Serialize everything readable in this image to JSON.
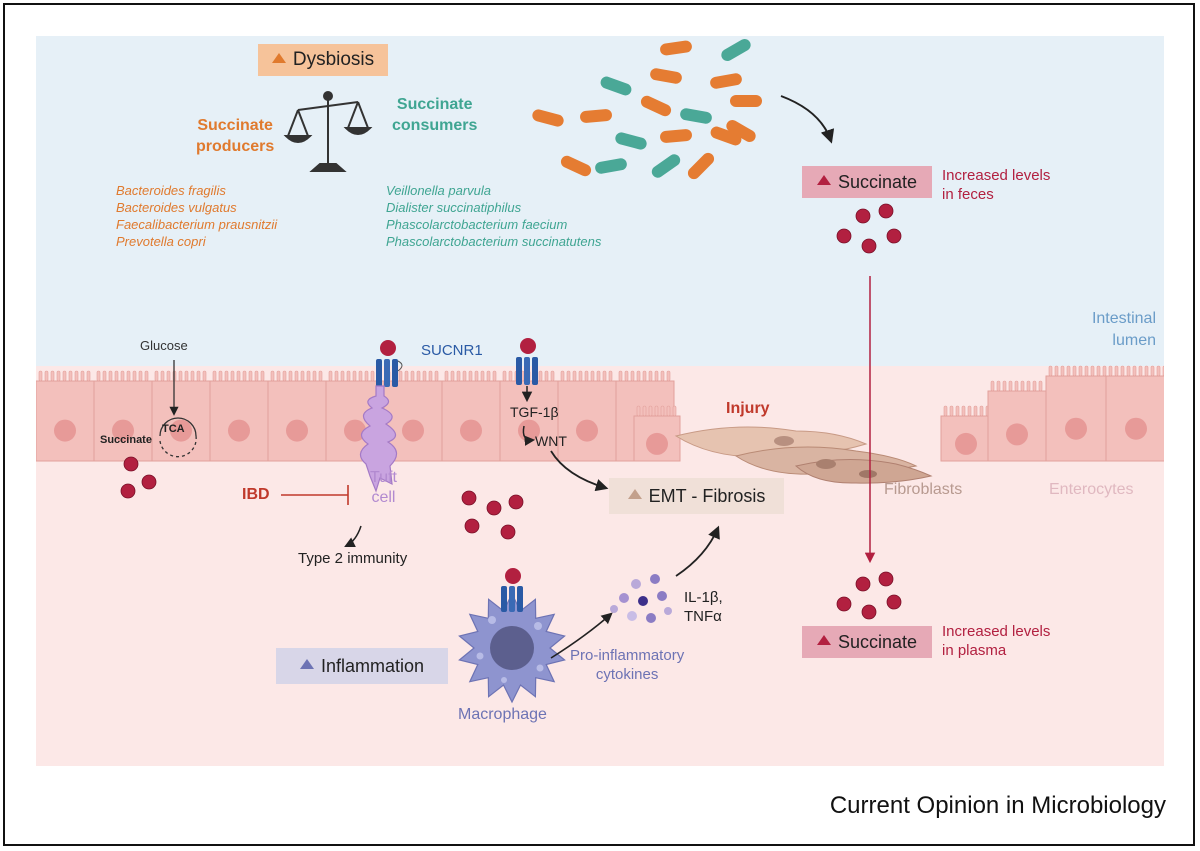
{
  "dysbiosis": {
    "label": "Dysbiosis"
  },
  "producers": {
    "title_line1": "Succinate",
    "title_line2": "producers",
    "species": [
      "Bacteroides fragilis",
      "Bacteroides vulgatus",
      "Faecalibacterium prausnitzii",
      "Prevotella copri"
    ]
  },
  "consumers": {
    "title_line1": "Succinate",
    "title_line2": "consumers",
    "species": [
      "Veillonella parvula",
      "Dialister succinatiphilus",
      "Phascolarctobacterium faecium",
      "Phascolarctobacterium succinatutens"
    ]
  },
  "feces": {
    "box": "Succinate",
    "note_line1": "Increased levels",
    "note_line2": "in feces"
  },
  "plasma": {
    "box": "Succinate",
    "note_line1": "Increased levels",
    "note_line2": "in plasma"
  },
  "regions": {
    "lumen_line1": "Intestinal",
    "lumen_line2": "lumen",
    "fibroblasts": "Fibroblasts",
    "enterocytes": "Enterocytes",
    "injury": "Injury"
  },
  "metabolism": {
    "glucose": "Glucose",
    "tca": "TCA",
    "succinate": "Succinate"
  },
  "receptor": {
    "label": "SUCNR1"
  },
  "signaling": {
    "tgf": "TGF-1β",
    "wnt": "WNT",
    "emt": "EMT - Fibrosis"
  },
  "tuft": {
    "line1": "Tuft",
    "line2": "cell",
    "ibd": "IBD",
    "type2": "Type 2 immunity"
  },
  "immune": {
    "macrophage": "Macrophage",
    "cytokines_line1": "Pro-inflammatory",
    "cytokines_line2": "cytokines",
    "il_line1": "IL-1β,",
    "il_line2": "TNFα",
    "inflammation": "Inflammation"
  },
  "footer": {
    "journal": "Current Opinion in Microbiology"
  },
  "colors": {
    "producer": "#e07a2e",
    "consumer": "#3fa592",
    "succinate": "#b22040",
    "receptor": "#2a5aa5",
    "tuft": "#b28ad0",
    "macrophage": "#7a80c0",
    "injury": "#c0392b",
    "fibroblast_text": "#b89a90",
    "lumen_text": "#6a9cc8"
  }
}
